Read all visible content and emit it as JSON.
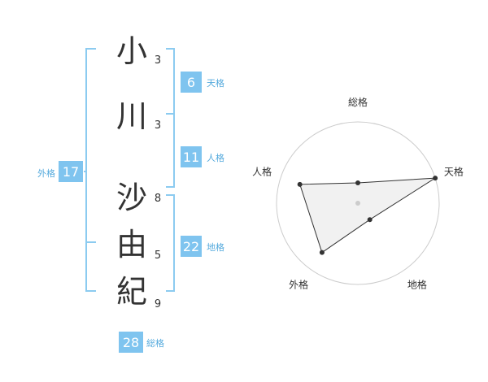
{
  "name": {
    "characters": [
      {
        "char": "小",
        "strokes": "3"
      },
      {
        "char": "川",
        "strokes": "3"
      },
      {
        "char": "沙",
        "strokes": "8"
      },
      {
        "char": "由",
        "strokes": "5"
      },
      {
        "char": "紀",
        "strokes": "9"
      }
    ],
    "surname_count": 2
  },
  "fortunes": {
    "tenkaku": {
      "label": "天格",
      "value": "6"
    },
    "jinkaku": {
      "label": "人格",
      "value": "11"
    },
    "chikaku": {
      "label": "地格",
      "value": "22"
    },
    "gaikaku": {
      "label": "外格",
      "value": "17"
    },
    "soukaku": {
      "label": "総格",
      "value": "28"
    }
  },
  "colors": {
    "accent": "#7fc4ef",
    "bracket": "#8ccbf0",
    "label": "#55aadd",
    "text": "#333333",
    "ring": "#cccccc",
    "fill": "#eeeeee",
    "line": "#333333"
  },
  "radar": {
    "axes": [
      "総格",
      "天格",
      "地格",
      "外格",
      "人格"
    ],
    "values": [
      1,
      4,
      1,
      3,
      3
    ],
    "max": 4
  }
}
